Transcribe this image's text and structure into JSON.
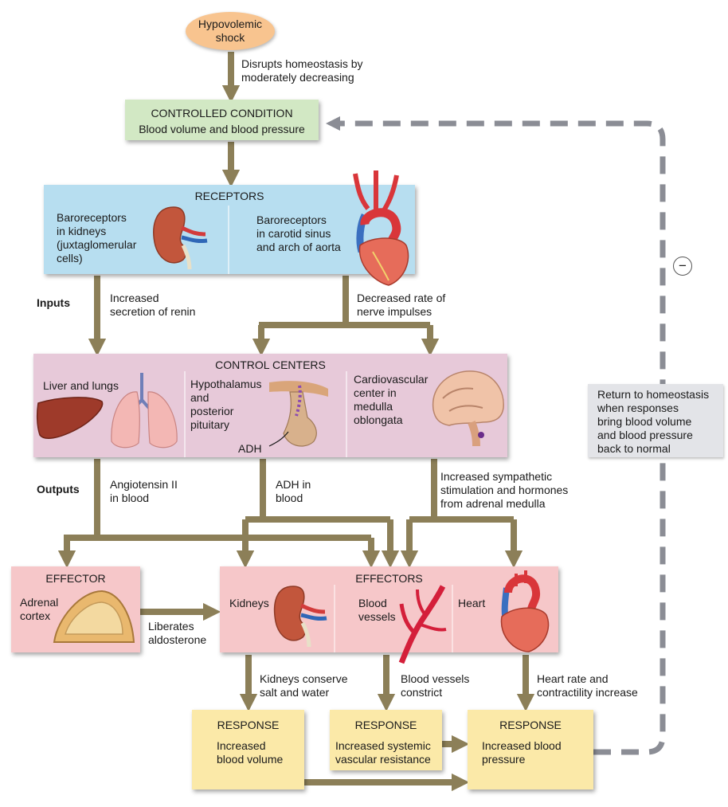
{
  "start": {
    "label": "Hypovolemic\nshock"
  },
  "disrupt_text": "Disrupts homeostasis by\nmoderately decreasing",
  "controlled": {
    "title": "CONTROLLED CONDITION",
    "text": "Blood volume and blood pressure"
  },
  "receptors": {
    "title": "RECEPTORS",
    "left": "Baroreceptors\nin kidneys\n(juxtaglomerular\ncells)",
    "right": "Baroreceptors\nin carotid sinus\nand arch of aorta"
  },
  "side_labels": {
    "inputs": "Inputs",
    "outputs": "Outputs"
  },
  "input_texts": {
    "renin": "Increased\nsecretion of renin",
    "nerve": "Decreased rate of\nnerve impulses"
  },
  "control_centers": {
    "title": "CONTROL CENTERS",
    "liver": "Liver and lungs",
    "hypo": "Hypothalamus\nand\nposterior\npituitary",
    "adh_label": "ADH",
    "cardio": "Cardiovascular\ncenter in\nmedulla\noblongata"
  },
  "output_texts": {
    "angio": "Angiotensin II\nin blood",
    "adh": "ADH in\nblood",
    "symp": "Increased sympathetic\nstimulation and hormones\nfrom adrenal medulla"
  },
  "effector": {
    "title": "EFFECTOR",
    "text": "Adrenal\ncortex"
  },
  "liberates": "Liberates\naldosterone",
  "effectors": {
    "title": "EFFECTORS",
    "kidneys": "Kidneys",
    "vessels": "Blood\nvessels",
    "heart": "Heart"
  },
  "effect_texts": {
    "kidneys": "Kidneys conserve\nsalt and water",
    "vessels": "Blood vessels\nconstrict",
    "heart": "Heart rate and\ncontractility increase"
  },
  "responses": [
    {
      "title": "RESPONSE",
      "text": "Increased\nblood volume"
    },
    {
      "title": "RESPONSE",
      "text": "Increased systemic\nvascular resistance"
    },
    {
      "title": "RESPONSE",
      "text": "Increased blood\npressure"
    }
  ],
  "feedback": {
    "sign": "−",
    "text": "Return to homeostasis\nwhen responses\nbring blood volume\nand blood pressure\nback to normal"
  },
  "colors": {
    "arrow": "#8c7f58",
    "controlled_fill": "#d2e8c4",
    "receptor_fill": "#b7def0",
    "control_fill": "#e7c9d9",
    "effector_fill": "#f6c7c9",
    "response_fill": "#fbe9a8",
    "feedback_fill": "#e3e4e8",
    "dash": "#8b8d95",
    "oval_fill": "#f8c48f"
  }
}
